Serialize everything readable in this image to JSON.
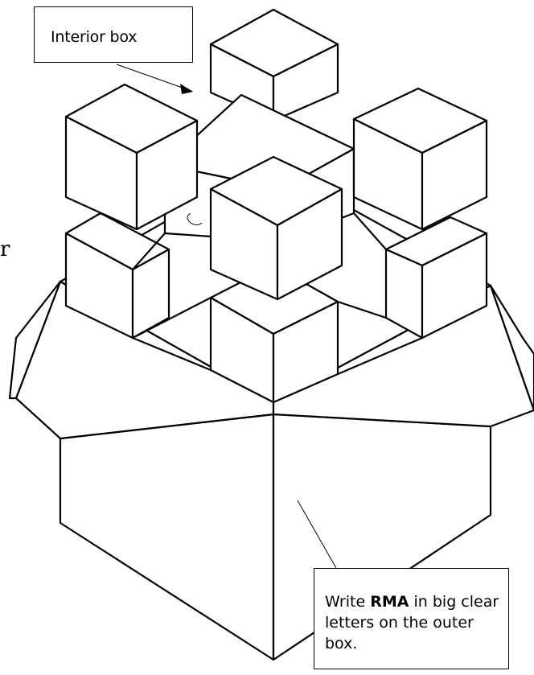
{
  "callouts": {
    "interior_box": "Interior box",
    "rma_prefix": "Write ",
    "rma_bold": "RMA",
    "rma_suffix": " in big clear letters on the outer box."
  },
  "colors": {
    "line": "#000000",
    "background": "#ffffff"
  }
}
